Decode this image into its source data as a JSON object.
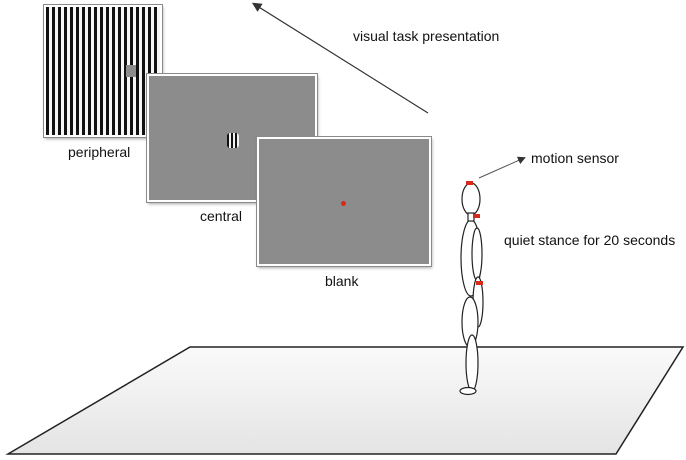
{
  "labels": {
    "task": "visual task presentation",
    "peripheral": "peripheral",
    "central": "central",
    "blank": "blank",
    "sensor": "motion sensor",
    "stance": "quiet stance for 20 seconds"
  },
  "colors": {
    "screen_gray": "#8c8c8c",
    "sensor_red": "#d62a1a",
    "floor_fill": "#ebebeb",
    "stripe_dark": "#111111"
  },
  "icons": [
    "arrow-icon",
    "person-figure",
    "sensor-marker"
  ]
}
